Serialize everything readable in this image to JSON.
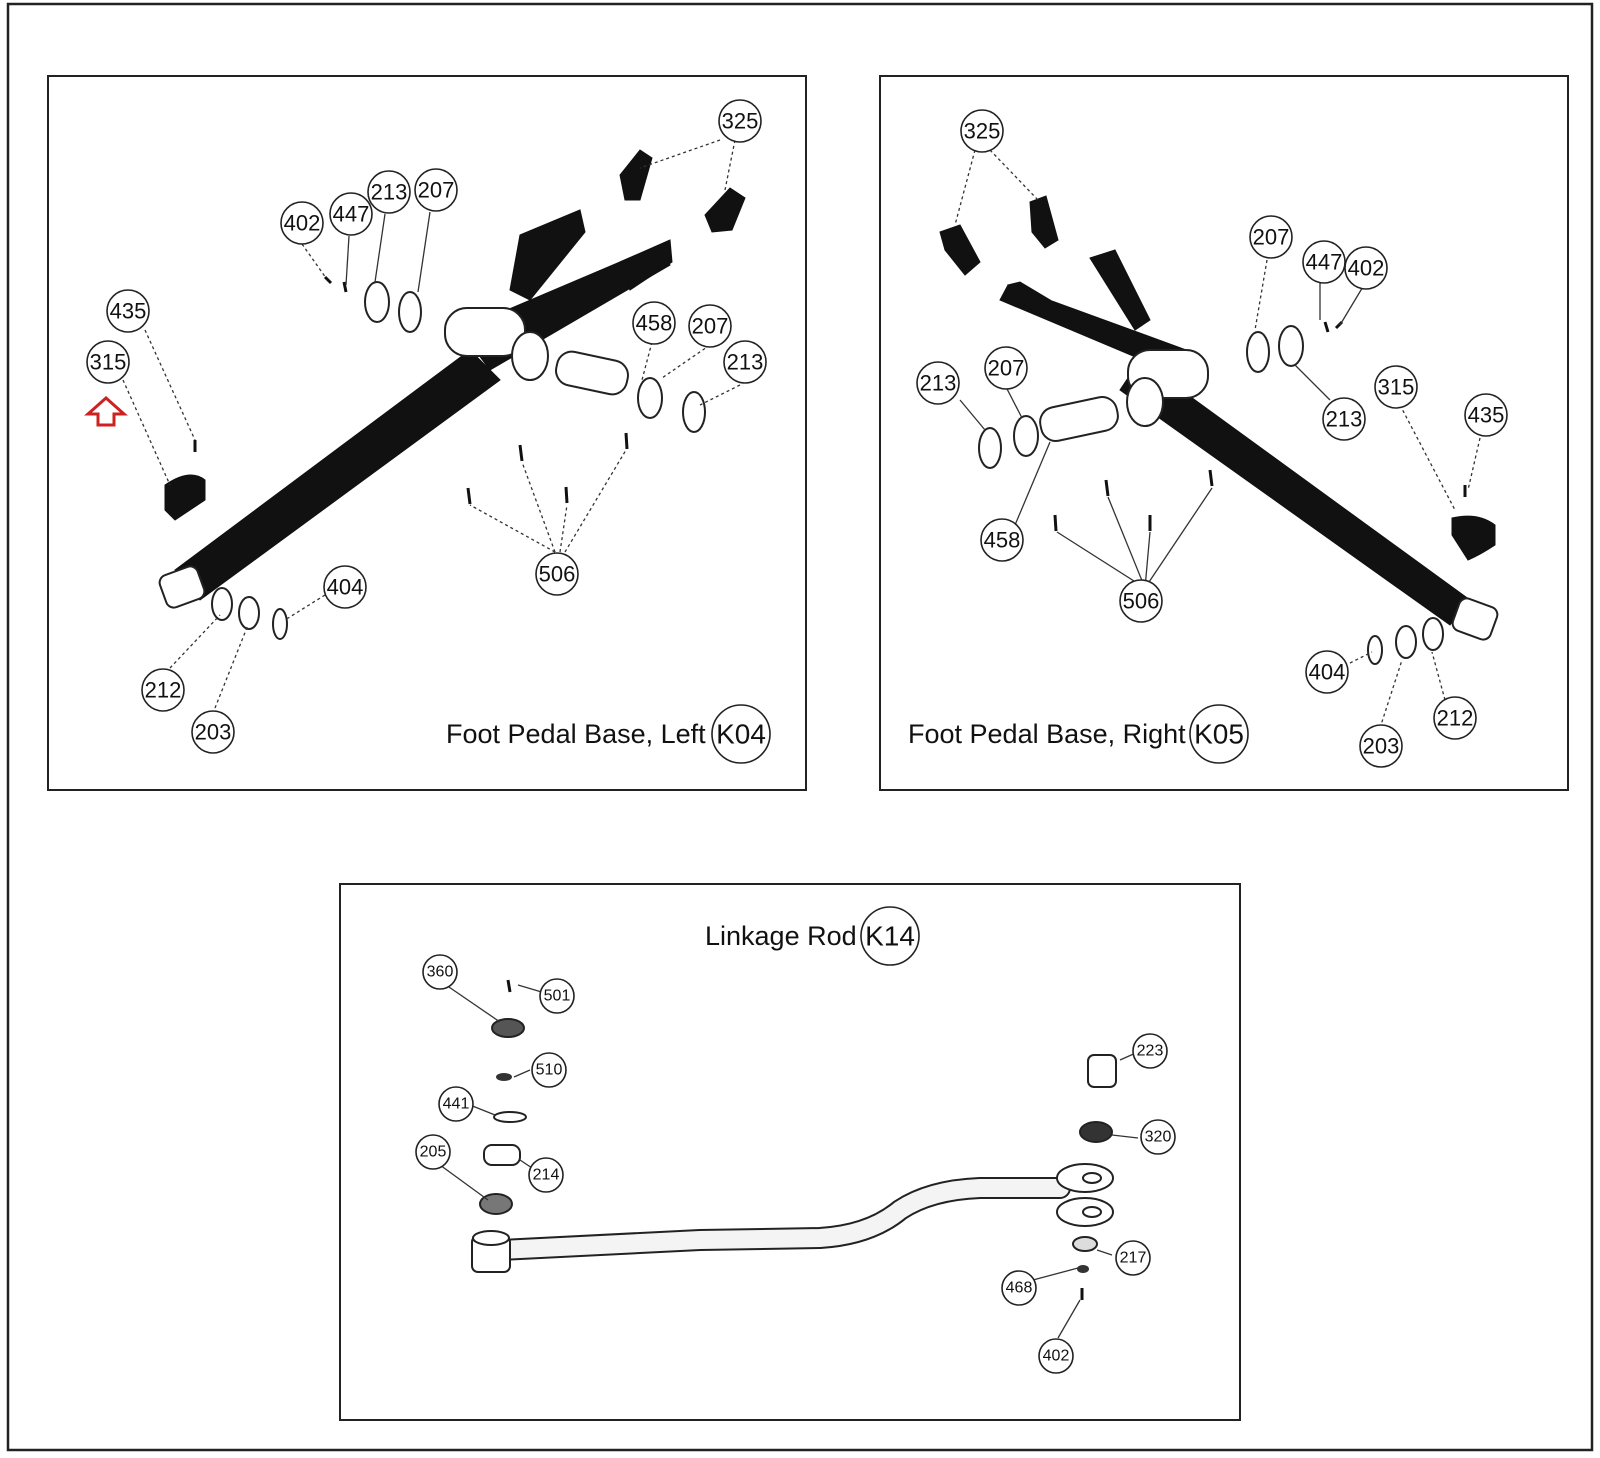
{
  "panels": [
    {
      "id": "left",
      "title": "Foot Pedal Base, Left",
      "code": "K04",
      "callouts": [
        "325",
        "402",
        "447",
        "213",
        "207",
        "435",
        "315",
        "458",
        "207",
        "213",
        "506",
        "404",
        "212",
        "203"
      ]
    },
    {
      "id": "right",
      "title": "Foot Pedal Base, Right",
      "code": "K05",
      "callouts": [
        "325",
        "207",
        "447",
        "402",
        "213",
        "207",
        "315",
        "435",
        "213",
        "458",
        "506",
        "404",
        "212",
        "203"
      ]
    },
    {
      "id": "linkage",
      "title": "Linkage Rod",
      "code": "K14",
      "callouts": [
        "360",
        "501",
        "510",
        "441",
        "205",
        "214",
        "223",
        "320",
        "217",
        "468",
        "402"
      ]
    }
  ],
  "marker": {
    "color": "#cc2222",
    "icon": "up-arrow-icon"
  },
  "colors": {
    "line": "#222222",
    "background": "#ffffff"
  }
}
